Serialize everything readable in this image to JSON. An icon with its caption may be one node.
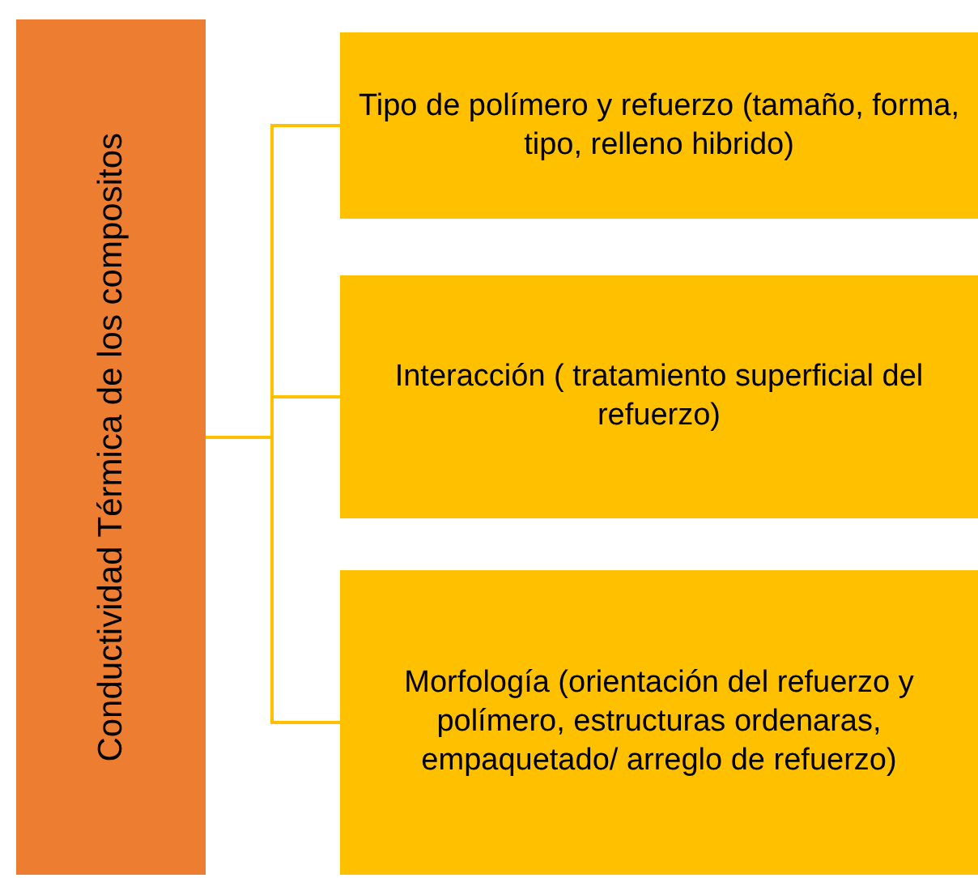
{
  "diagram": {
    "nodes": [
      {
        "text": [
          "Conductividad Térmica de los compositos"
        ]
      },
      {
        "text": [
          "Tipo de polímero y refuerzo (tamaño, forma, tipo, relleno hibrido)"
        ]
      },
      {
        "text": [
          "Interacción ( tratamiento superficial del refuerzo)"
        ]
      },
      {
        "text": [
          "Morfología (orientación del refuerzo y polímero, estructuras ordenaras, empaquetado/ arreglo de refuerzo)"
        ]
      }
    ],
    "edges": [
      {
        "from": 0,
        "to": 1,
        "arrow": "none"
      },
      {
        "from": 0,
        "to": 2,
        "arrow": "none"
      },
      {
        "from": 0,
        "to": 3,
        "arrow": "none"
      }
    ]
  }
}
